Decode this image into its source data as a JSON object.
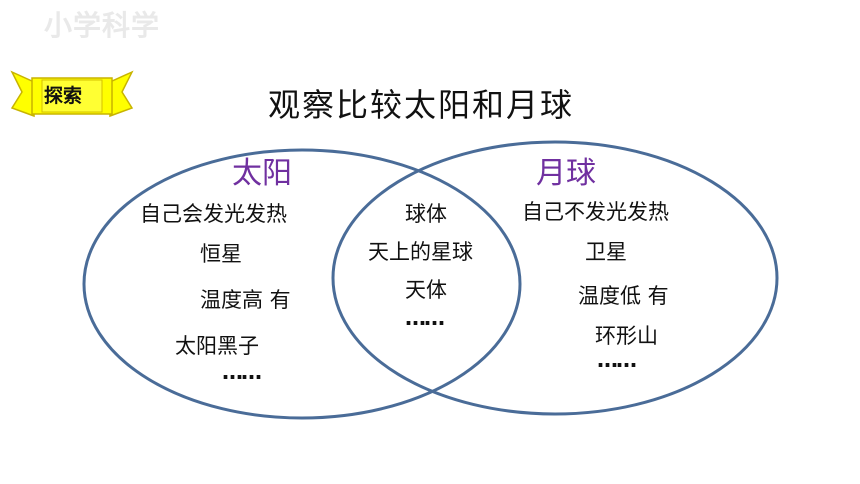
{
  "watermark": "小学科学",
  "badge": {
    "label": "探索",
    "fill_color": "#ffff00",
    "stroke_color": "#c8b400"
  },
  "title": "观察比较太阳和月球",
  "circle_color": "#4a6c98",
  "sets": {
    "sun": {
      "title": "太阳",
      "items": [
        "自己会发光发热",
        "恒星",
        "温度高 有",
        "太阳黑子",
        "……"
      ]
    },
    "common": {
      "items": [
        "球体",
        "天上的星球",
        "天体",
        "……"
      ]
    },
    "moon": {
      "title": "月球",
      "items": [
        "自己不发光发热",
        "卫星",
        "温度低 有",
        "环形山",
        "……"
      ]
    }
  },
  "title_color": "#7030a0"
}
